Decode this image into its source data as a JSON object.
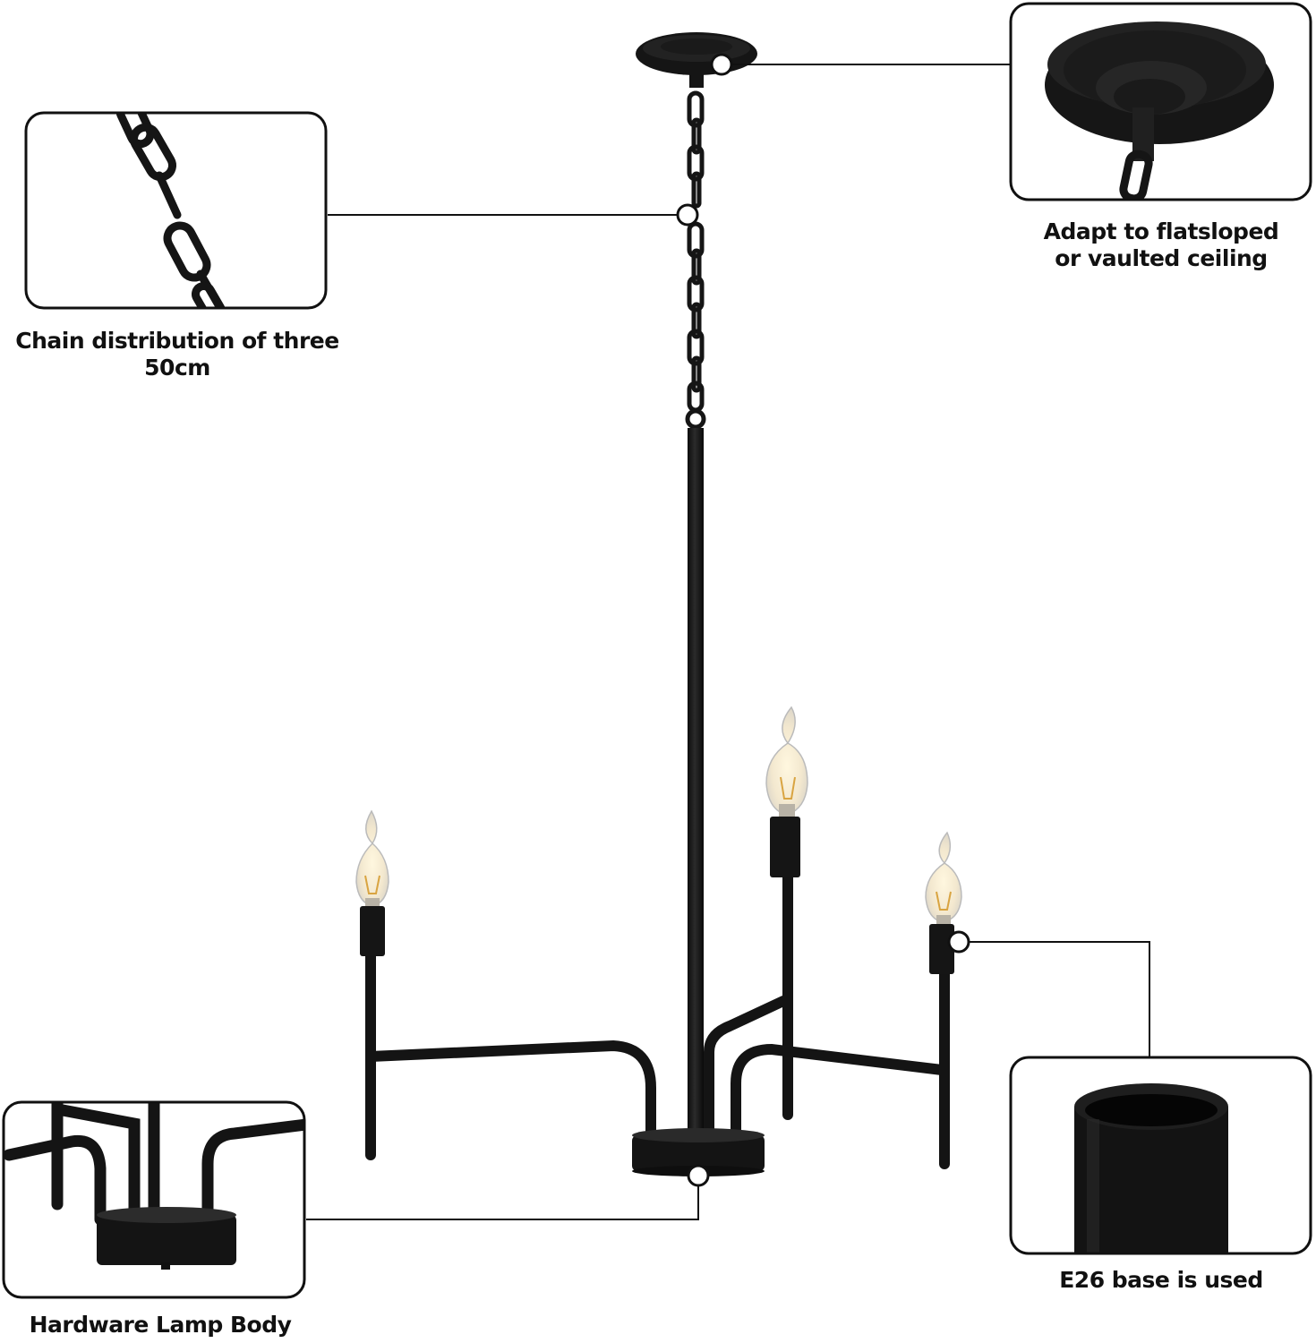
{
  "callouts": {
    "chain": {
      "line1": "Chain distribution of three",
      "line2": "50cm",
      "icon": "chain-detail-icon"
    },
    "canopy": {
      "line1": "Adapt to flatsloped",
      "line2": "or vaulted ceiling",
      "icon": "ceiling-canopy-detail-icon"
    },
    "body": {
      "line1": "Hardware Lamp Body",
      "icon": "lamp-body-detail-icon"
    },
    "base": {
      "line1": "E26 base is used",
      "icon": "e26-socket-detail-icon"
    }
  },
  "colors": {
    "fixture": "#141414",
    "bulb_glass": "#f2ead8",
    "bulb_glow": "#fbf3dc",
    "filament": "#d9a441",
    "outline": "#111111",
    "background": "#ffffff"
  }
}
